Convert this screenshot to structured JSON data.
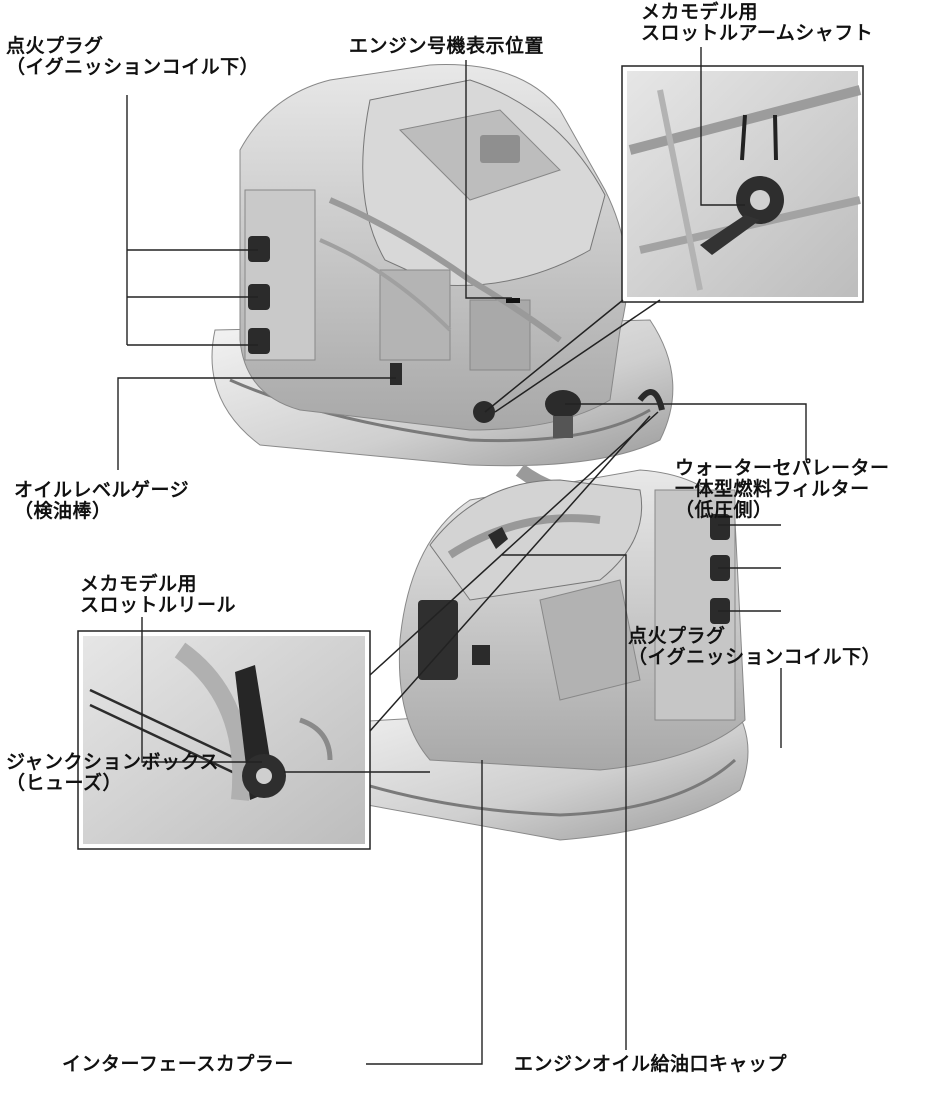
{
  "top_diagram": {
    "spark_plug": [
      "点火プラグ",
      "（イグニッションコイル下）"
    ],
    "engine_number": [
      "エンジン号機表示位置"
    ],
    "throttle_shaft": [
      "メカモデル用",
      "スロットルアームシャフト"
    ],
    "oil_gauge": [
      "オイルレベルゲージ",
      "（検油棒）"
    ],
    "water_separator": [
      "ウォーターセパレーター",
      "一体型燃料フィルター",
      "（低圧側）"
    ]
  },
  "bottom_diagram": {
    "throttle_reel": [
      "メカモデル用",
      "スロットルリール"
    ],
    "spark_plug": [
      "点火プラグ",
      "（イグニッションコイル下）"
    ],
    "junction_box": [
      "ジャンクションボックス",
      "（ヒューズ）"
    ],
    "interface_coupler": [
      "インターフェースカプラー"
    ],
    "oil_filler_cap": [
      "エンジンオイル給油口キャップ"
    ]
  }
}
